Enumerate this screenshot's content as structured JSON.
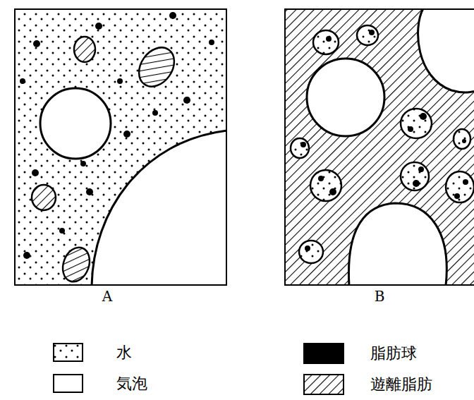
{
  "diagram": {
    "labels": [
      "A",
      "B"
    ],
    "legend": [
      {
        "text": "水"
      },
      {
        "text": "気泡",
        "color": "#ffffff"
      },
      {
        "text": "脂肪球",
        "color": "#000000"
      },
      {
        "text": "遊離脂肪"
      }
    ]
  }
}
